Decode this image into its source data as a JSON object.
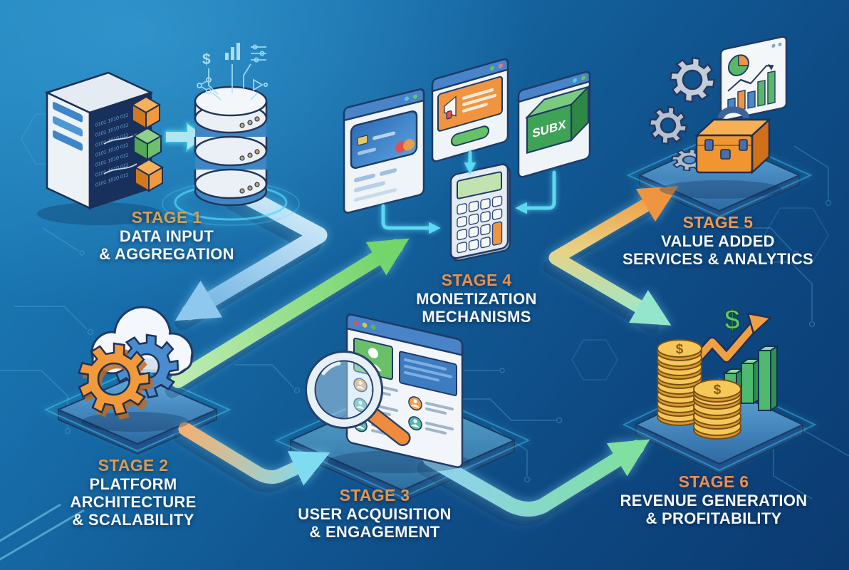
{
  "stages": [
    {
      "label": "STAGE 1",
      "lines": [
        "DATA INPUT",
        "& AGGREGATION"
      ],
      "num_color": "#D4A055",
      "icons": [
        "server-rack-icon",
        "data-cubes-icon",
        "transfer-arrow-icon",
        "database-icon",
        "data-stream-icons"
      ]
    },
    {
      "label": "STAGE 2",
      "lines": [
        "PLATFORM",
        "ARCHITECTURE",
        "& SCALABILITY"
      ],
      "num_color": "#DA9A50",
      "icons": [
        "cloud-icon",
        "gear-orange-icon",
        "gear-blue-icon",
        "platform-base"
      ]
    },
    {
      "label": "STAGE 3",
      "lines": [
        "USER ACQUISITION",
        "& ENGAGEMENT"
      ],
      "num_color": "#E2954E",
      "icons": [
        "user-directory-window-icon",
        "magnifier-icon",
        "platform-base"
      ]
    },
    {
      "label": "STAGE 4",
      "lines": [
        "MONETIZATION",
        "MECHANISMS"
      ],
      "num_color": "#E8914E",
      "icons": [
        "credit-card-window-icon",
        "ad-window-icon",
        "subscription-box-window-icon",
        "calculator-icon"
      ]
    },
    {
      "label": "STAGE 5",
      "lines": [
        "VALUE ADDED",
        "SERVICES & ANALYTICS"
      ],
      "num_color": "#EF9852",
      "icons": [
        "gear-cluster-icon",
        "toolbox-icon",
        "analytics-dashboard-icon",
        "platform-base"
      ]
    },
    {
      "label": "STAGE 6",
      "lines": [
        "REVENUE GENERATION",
        "& PROFITABILITY"
      ],
      "num_color": "#F08D4F",
      "icons": [
        "coin-stacks-icon",
        "growth-bars-icon",
        "trend-arrow-icon",
        "platform-base"
      ]
    }
  ],
  "stage4": {
    "subx_label": "SUBX"
  },
  "symbols": {
    "dollar": "$"
  },
  "server_binary": "0101 1010 011",
  "colors": {
    "bg_top": "#1E82BA",
    "bg_bottom": "#0B3A70",
    "title_text": "#F3F7FB",
    "glow": "#4FD8F8",
    "arrow_blue": "#8FC8EE",
    "arrow_green": "#74D56A",
    "arrow_orange": "#F0953F",
    "arrow_cyan": "#7FDCF0"
  }
}
